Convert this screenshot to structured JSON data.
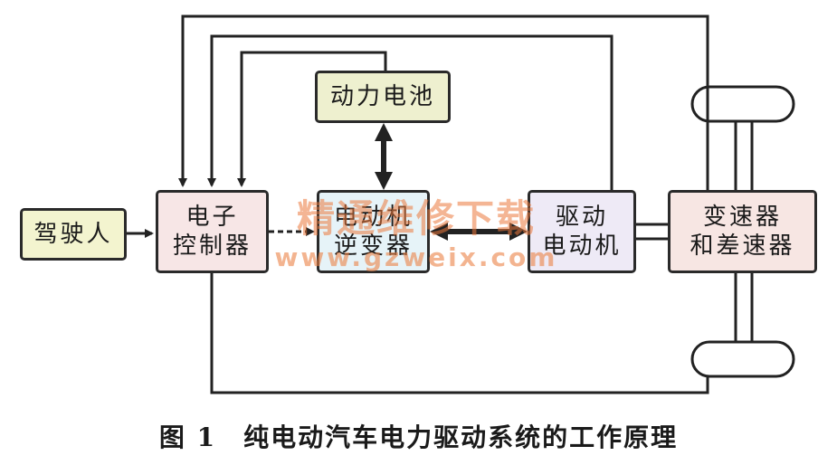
{
  "blocks": {
    "driver": "驾驶人",
    "controller": [
      "电子",
      "控制器"
    ],
    "battery": "动力电池",
    "inverter": [
      "电动机",
      "逆变器"
    ],
    "motor": [
      "驱动",
      "电动机"
    ],
    "gearbox": [
      "变速器",
      "和差速器"
    ]
  },
  "caption": {
    "figure": "图 1",
    "title": "纯电动汽车电力驱动系统的工作原理"
  },
  "watermark": {
    "text": "精通维修下载",
    "url": "www.gzweix.com"
  }
}
